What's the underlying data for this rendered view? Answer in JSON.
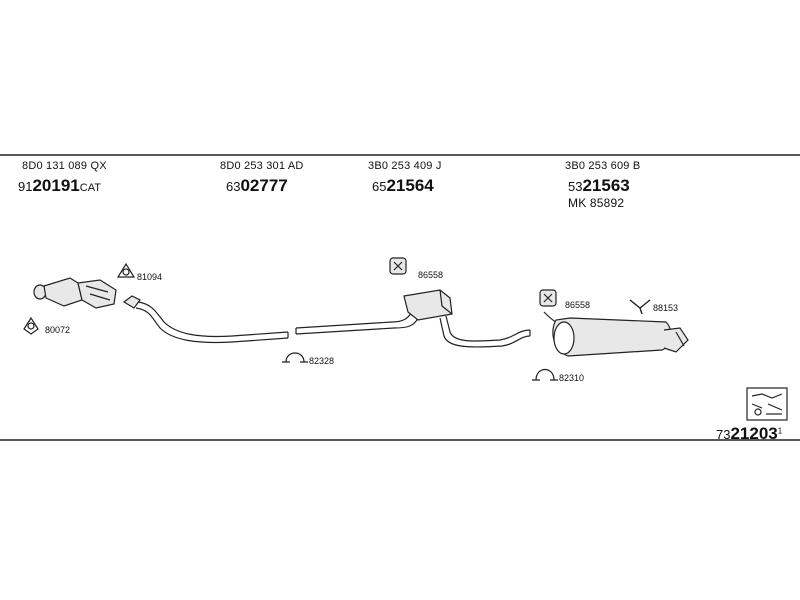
{
  "header": {
    "columns": [
      {
        "oem": "8D0 131 089 QX",
        "prefix": "91",
        "number": "20191",
        "suffix": "CAT"
      },
      {
        "oem": "8D0 253 301 AD",
        "prefix": "63",
        "number": "02777",
        "suffix": ""
      },
      {
        "oem": "3B0 253 409 J",
        "prefix": "65",
        "number": "21564",
        "suffix": ""
      },
      {
        "oem": "3B0 253 609 B",
        "prefix": "53",
        "number": "21563",
        "suffix": ""
      }
    ],
    "kit": "MK  85892"
  },
  "refs": {
    "r81094": "81094",
    "r80072": "80072",
    "r82328": "82328",
    "r86558a": "86558",
    "r86558b": "86558",
    "r88153": "88153",
    "r82310": "82310"
  },
  "footer": {
    "prefix": "73",
    "number": "21203",
    "suffix": "1"
  },
  "icons": {
    "book": "book-icon"
  },
  "colors": {
    "line": "#222222",
    "background": "#ffffff"
  }
}
